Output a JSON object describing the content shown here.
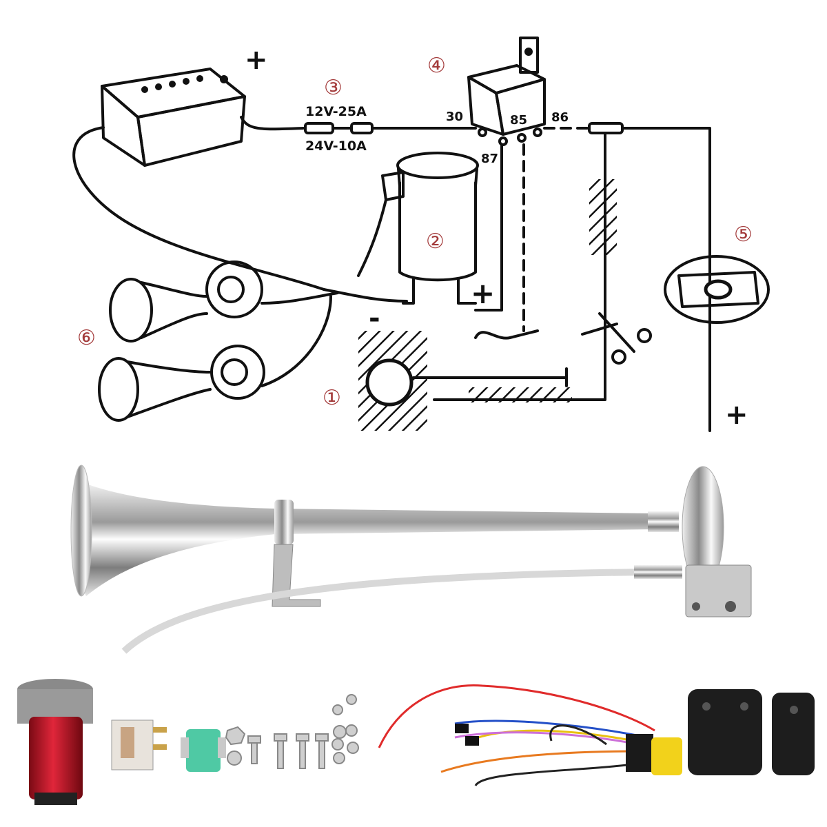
{
  "diagram": {
    "battery": {
      "plus": "+"
    },
    "fuse": {
      "number": "③",
      "rating_12v": "12V-25A",
      "rating_24v": "24V-10A"
    },
    "relay": {
      "number": "④",
      "pin_30": "30",
      "pin_85": "85",
      "pin_86": "86",
      "pin_87": "87"
    },
    "compressor": {
      "number": "②",
      "plus": "+",
      "minus": "-"
    },
    "steering_wheel": {
      "number": "⑤",
      "plus": "+"
    },
    "horns": {
      "number": "⑥"
    },
    "horn_button": {
      "number": "①"
    }
  },
  "colors": {
    "label_red": "#a33a3a",
    "compressor_red": "#c8102e",
    "fuse_green": "#4fc9a4",
    "connector_yellow": "#f2d21b"
  }
}
